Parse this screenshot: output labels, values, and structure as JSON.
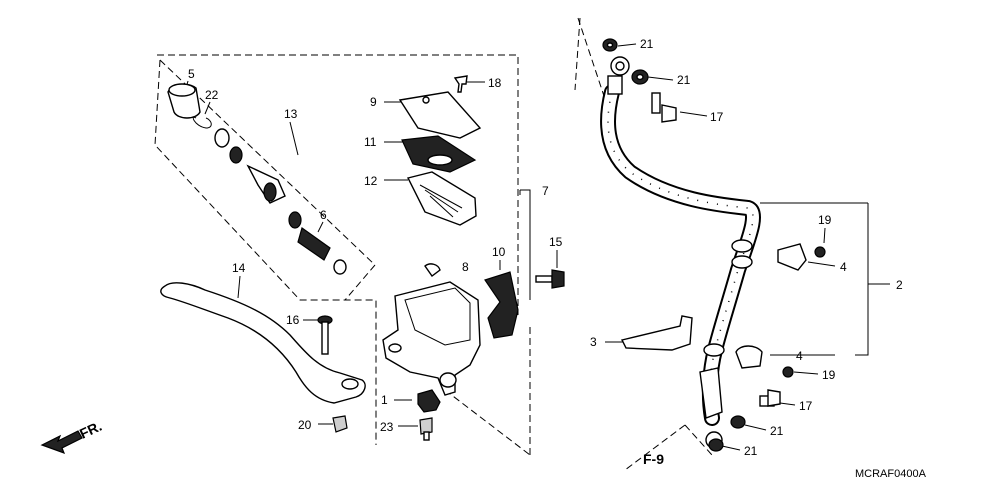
{
  "labels": {
    "l1": "1",
    "l2": "2",
    "l3": "3",
    "l4a": "4",
    "l4b": "4",
    "l5": "5",
    "l6": "6",
    "l7": "7",
    "l8": "8",
    "l9": "9",
    "l10": "10",
    "l11": "11",
    "l12": "12",
    "l13": "13",
    "l14": "14",
    "l15": "15",
    "l16": "16",
    "l17a": "17",
    "l17b": "17",
    "l18": "18",
    "l19a": "19",
    "l19b": "19",
    "l20": "20",
    "l21a": "21",
    "l21b": "21",
    "l21c": "21",
    "l21d": "21",
    "l22": "22",
    "l23": "23"
  },
  "front_arrow": "FR.",
  "ref_label": "F-9",
  "diagram_code": "MCRAF0400A"
}
